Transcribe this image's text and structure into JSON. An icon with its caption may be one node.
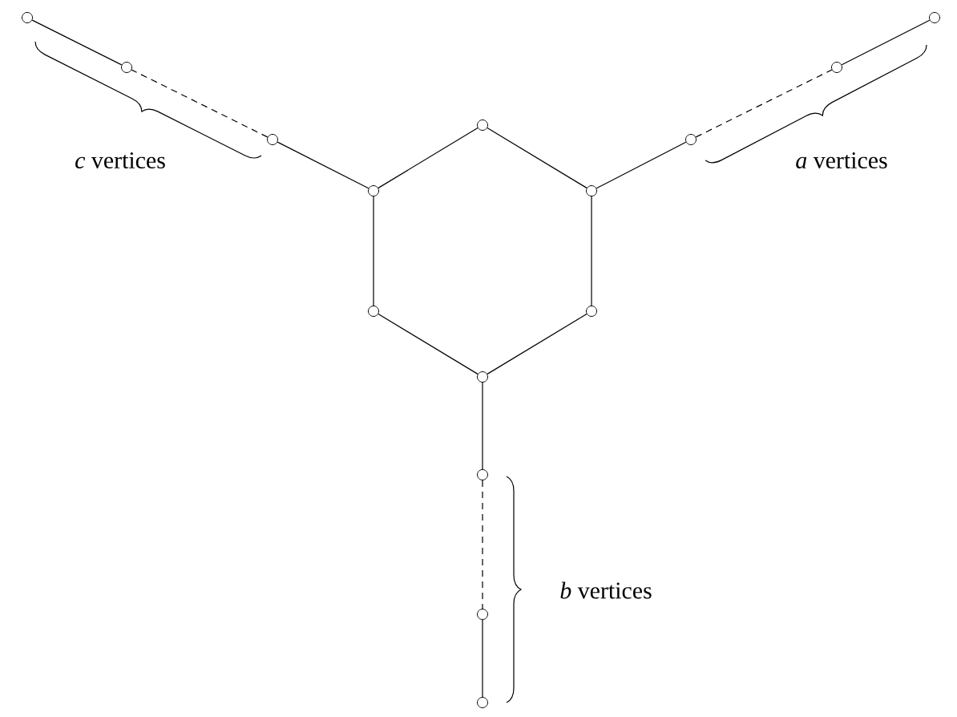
{
  "diagram": {
    "nodes": [
      {
        "text": [],
        "shape": "circle"
      },
      {
        "text": [],
        "shape": "circle"
      },
      {
        "text": [],
        "shape": "circle"
      },
      {
        "text": [],
        "shape": "circle"
      },
      {
        "text": [],
        "shape": "circle"
      },
      {
        "text": [],
        "shape": "circle"
      },
      {
        "text": [],
        "shape": "circle"
      },
      {
        "text": [],
        "shape": "circle"
      },
      {
        "text": [],
        "shape": "circle"
      },
      {
        "text": [],
        "shape": "circle"
      },
      {
        "text": [],
        "shape": "circle"
      },
      {
        "text": [],
        "shape": "circle"
      },
      {
        "text": [],
        "shape": "circle"
      },
      {
        "text": [],
        "shape": "circle"
      },
      {
        "text": [],
        "shape": "circle"
      }
    ],
    "edges": [
      {
        "from": 4,
        "to": 8,
        "arrow": "none"
      },
      {
        "from": 8,
        "to": 10,
        "arrow": "none"
      },
      {
        "from": 10,
        "to": 11,
        "arrow": "none"
      },
      {
        "from": 11,
        "to": 9,
        "arrow": "none"
      },
      {
        "from": 9,
        "to": 7,
        "arrow": "none"
      },
      {
        "from": 7,
        "to": 4,
        "arrow": "none"
      },
      {
        "from": 8,
        "to": 6,
        "arrow": "none"
      },
      {
        "from": 6,
        "to": 3,
        "arrow": "none",
        "style": "dashed"
      },
      {
        "from": 3,
        "to": 1,
        "arrow": "none"
      },
      {
        "from": 7,
        "to": 5,
        "arrow": "none"
      },
      {
        "from": 5,
        "to": 2,
        "arrow": "none",
        "style": "dashed"
      },
      {
        "from": 2,
        "to": 0,
        "arrow": "none"
      },
      {
        "from": 11,
        "to": 12,
        "arrow": "none"
      },
      {
        "from": 12,
        "to": 13,
        "arrow": "none",
        "style": "dashed"
      },
      {
        "from": 13,
        "to": 14,
        "arrow": "none"
      }
    ],
    "labels": [
      "*c* vertices",
      "*a* vertices",
      "*b* vertices"
    ]
  }
}
